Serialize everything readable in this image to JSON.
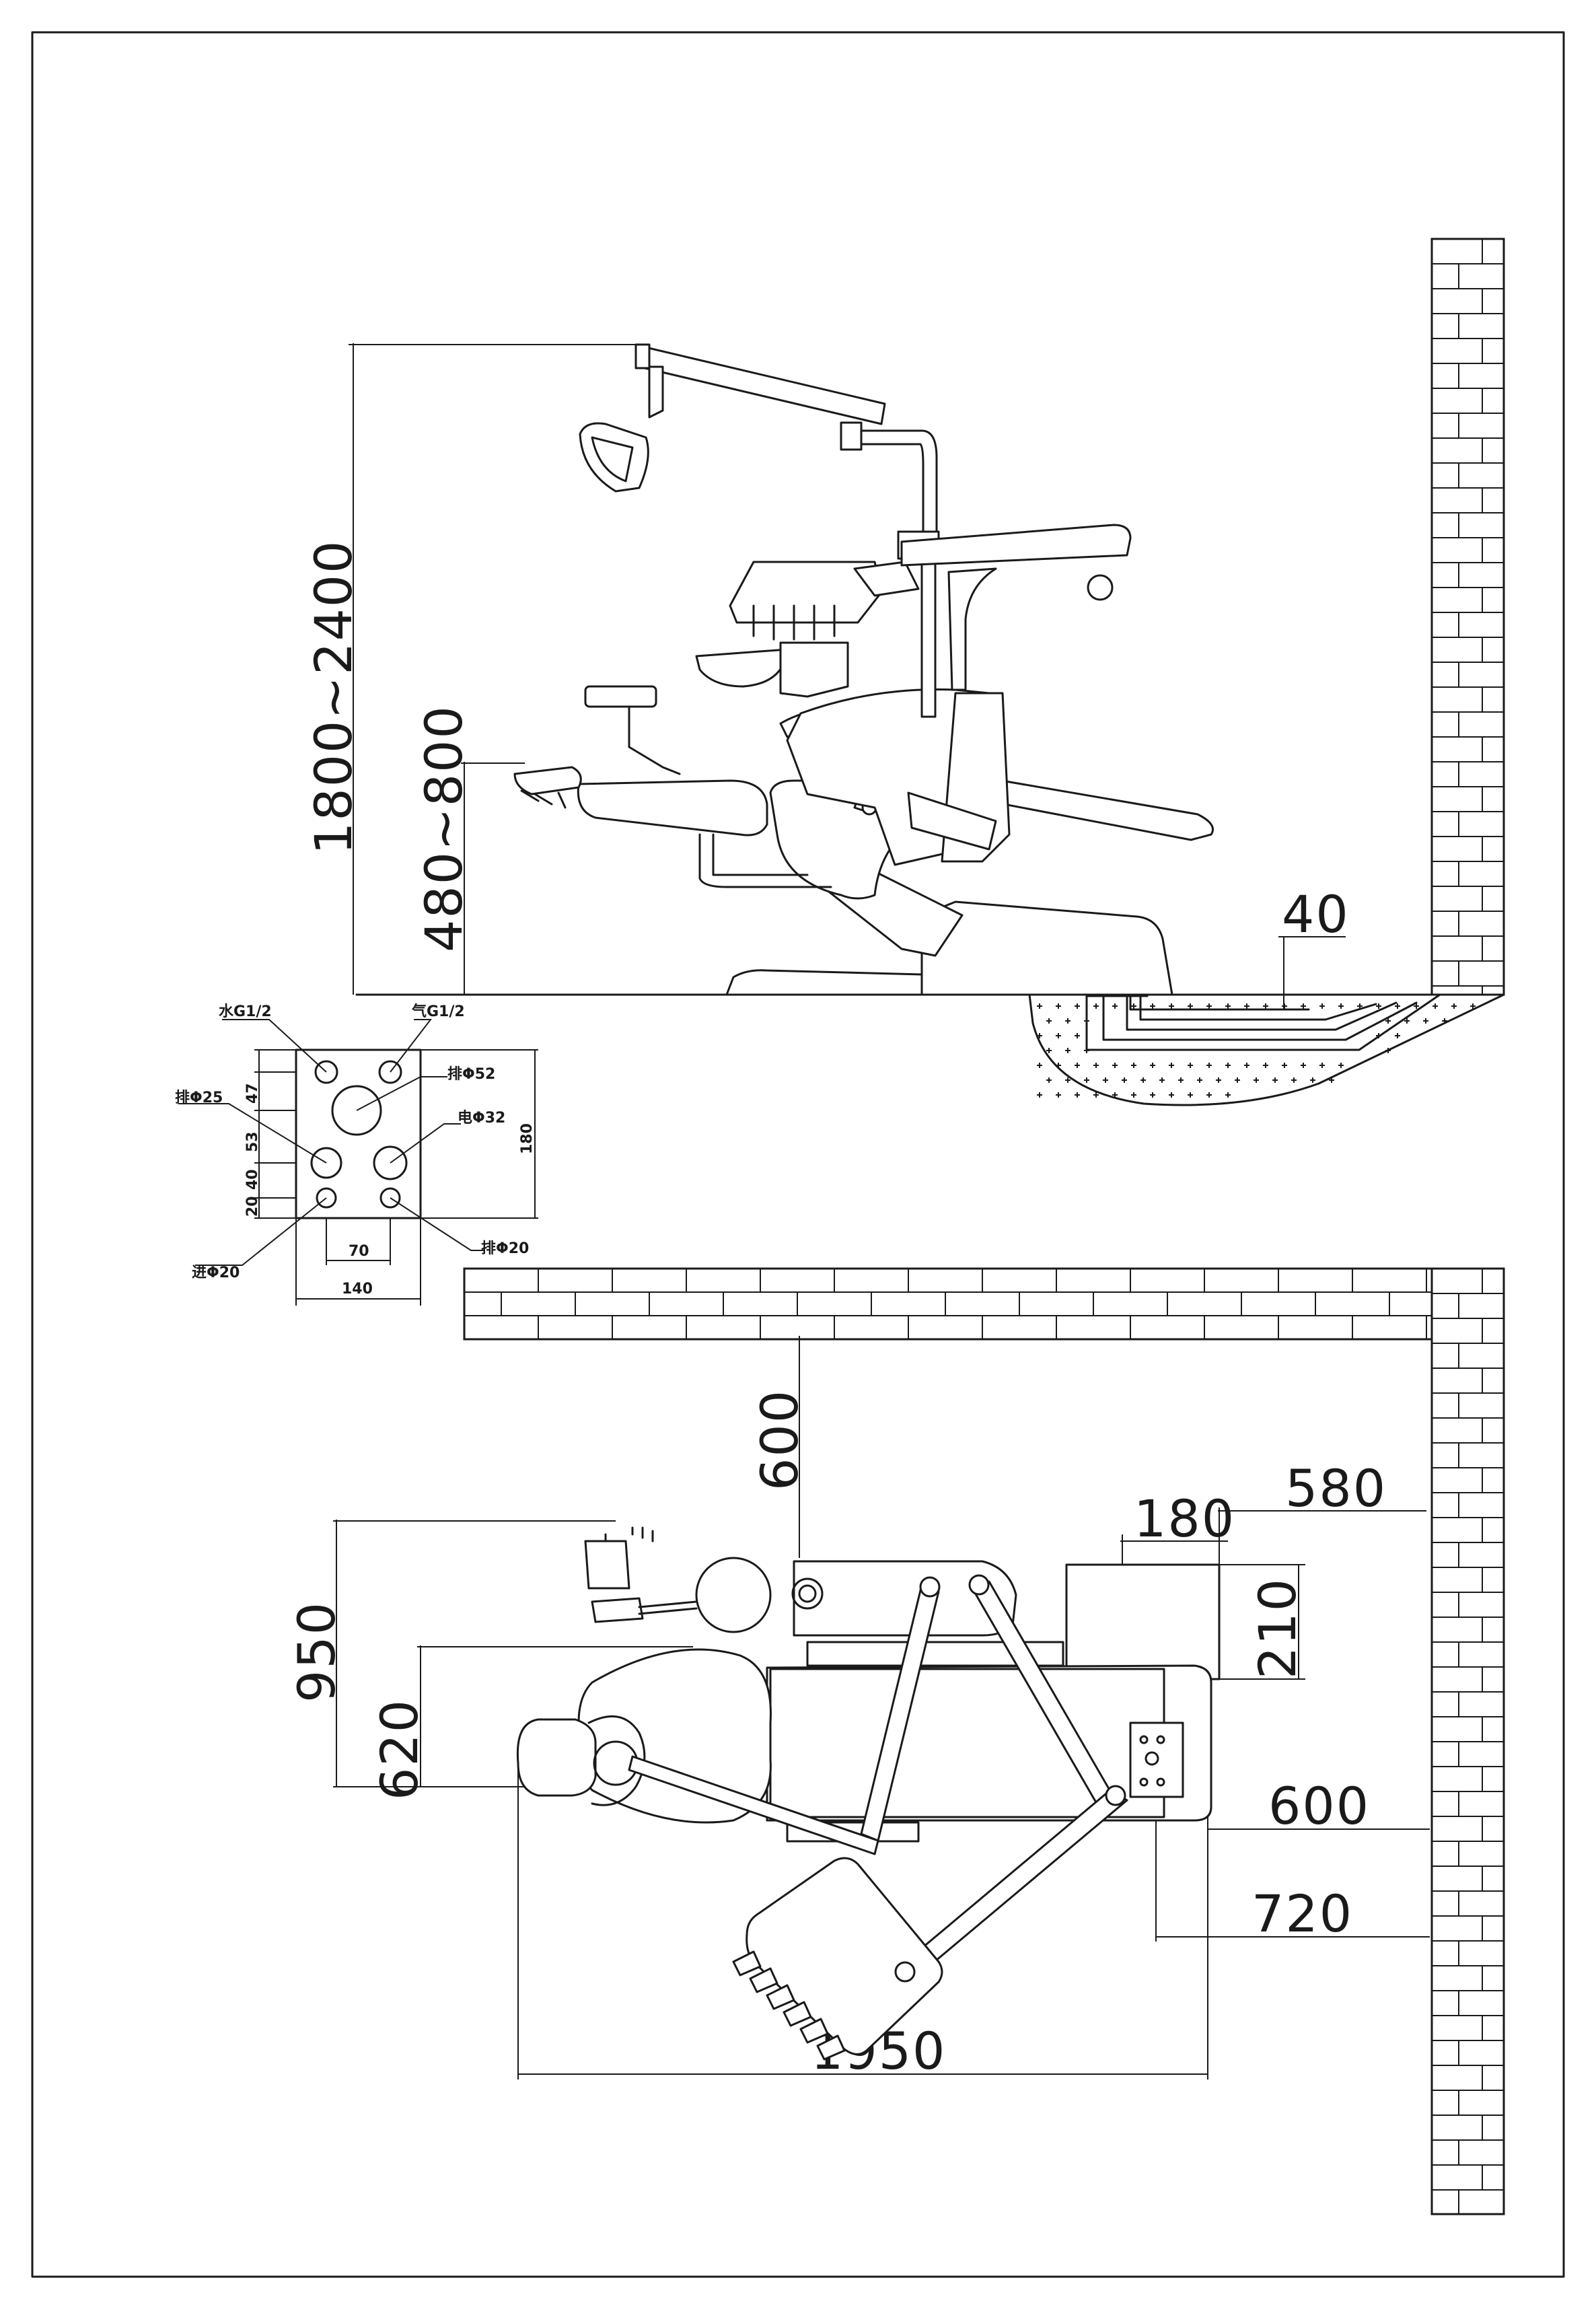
{
  "side_view": {
    "dim_total_height": "1800~2400",
    "dim_seat_height": "480~800",
    "dim_floor_depth": "40"
  },
  "pipe_box": {
    "labels": {
      "water_g_left": "水G1/2",
      "water_g_right": "气G1/2",
      "drain_52": "排Φ52",
      "air_25": "排Φ25",
      "air_32": "电Φ32",
      "pipe_20_left": "进Φ20",
      "pipe_20_right": "排Φ20"
    },
    "dims": {
      "d47": "47",
      "d53": "53",
      "d40": "40",
      "d20": "20",
      "d180": "180",
      "d70": "70",
      "d140": "140"
    }
  },
  "top_view": {
    "dim_wall_gap": "600",
    "dim_580": "580",
    "dim_180": "180",
    "dim_210": "210",
    "dim_950": "950",
    "dim_620": "620",
    "dim_600_right": "600",
    "dim_720": "720",
    "dim_1950": "1950"
  }
}
